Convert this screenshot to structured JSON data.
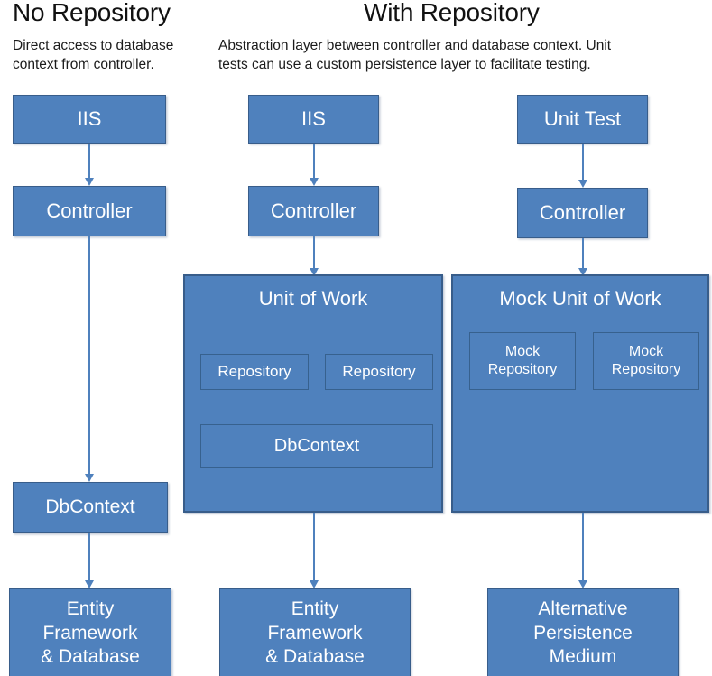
{
  "columns": [
    {
      "id": "no-repository",
      "title": "No Repository",
      "description": "Direct access to database\ncontext from controller."
    },
    {
      "id": "with-repository",
      "title": "With Repository",
      "description": "Abstraction layer between controller and database context. Unit\ntests can use a custom persistence layer to facilitate testing."
    }
  ],
  "col1": {
    "iis": "IIS",
    "controller": "Controller",
    "dbcontext": "DbContext",
    "store": "Entity\nFramework\n& Database"
  },
  "col2": {
    "iis": "IIS",
    "controller": "Controller",
    "unit_of_work": "Unit of Work",
    "repository_left": "Repository",
    "repository_right": "Repository",
    "dbcontext": "DbContext",
    "store": "Entity\nFramework\n& Database"
  },
  "col3": {
    "unit_test": "Unit Test",
    "controller": "Controller",
    "mock_unit_of_work": "Mock Unit of Work",
    "mock_repository_left": "Mock\nRepository",
    "mock_repository_right": "Mock\nRepository",
    "store": "Alternative\nPersistence\nMedium"
  },
  "colors": {
    "box_fill": "#4f81bd",
    "box_border": "#385d8a",
    "box_text": "#ffffff",
    "arrow": "#4f81bd",
    "heading_text": "#111111",
    "background": "#ffffff"
  }
}
